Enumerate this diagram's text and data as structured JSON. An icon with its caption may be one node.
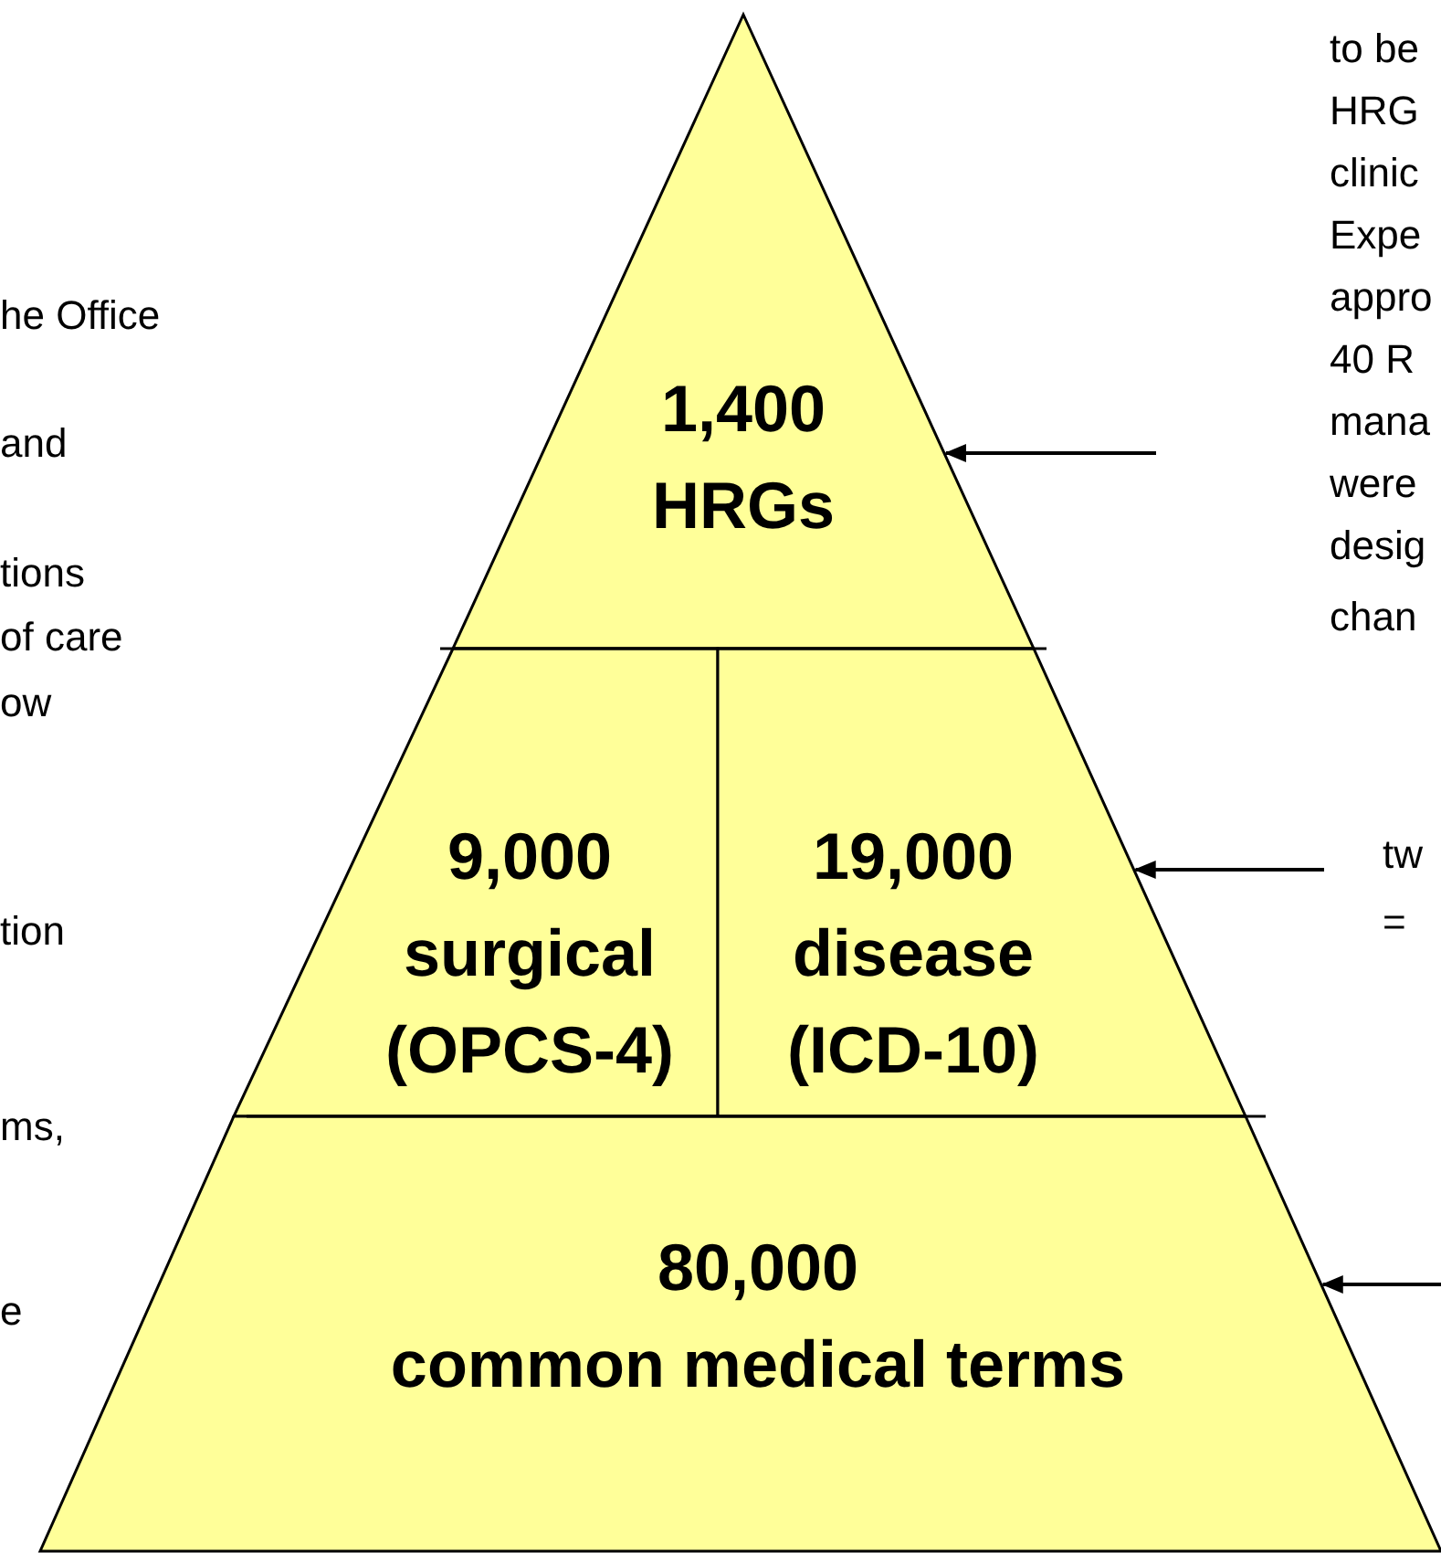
{
  "diagram": {
    "nodes": [
      {
        "text": [
          "1,400",
          "HRGs"
        ]
      },
      {
        "text": [
          "9,000",
          "surgical (OPCS-4)"
        ]
      },
      {
        "text": [
          "19,000",
          "disease (ICD-10)"
        ]
      },
      {
        "text": [
          "80,000",
          "common medical terms"
        ]
      }
    ],
    "edges": [
      {
        "from": null,
        "to": 0,
        "arrow": "to"
      },
      {
        "from": null,
        "to": 2,
        "arrow": "to"
      },
      {
        "from": null,
        "to": 3,
        "arrow": "to"
      }
    ],
    "labels": [
      "to be",
      "HRG",
      "clinic",
      "Expe",
      "appro",
      "40 R",
      "mana",
      "were",
      "desig",
      "he Office",
      "and",
      "tions",
      "of care",
      "chan",
      "ow",
      "tw",
      "=",
      "tion",
      "ms,",
      "e"
    ]
  }
}
